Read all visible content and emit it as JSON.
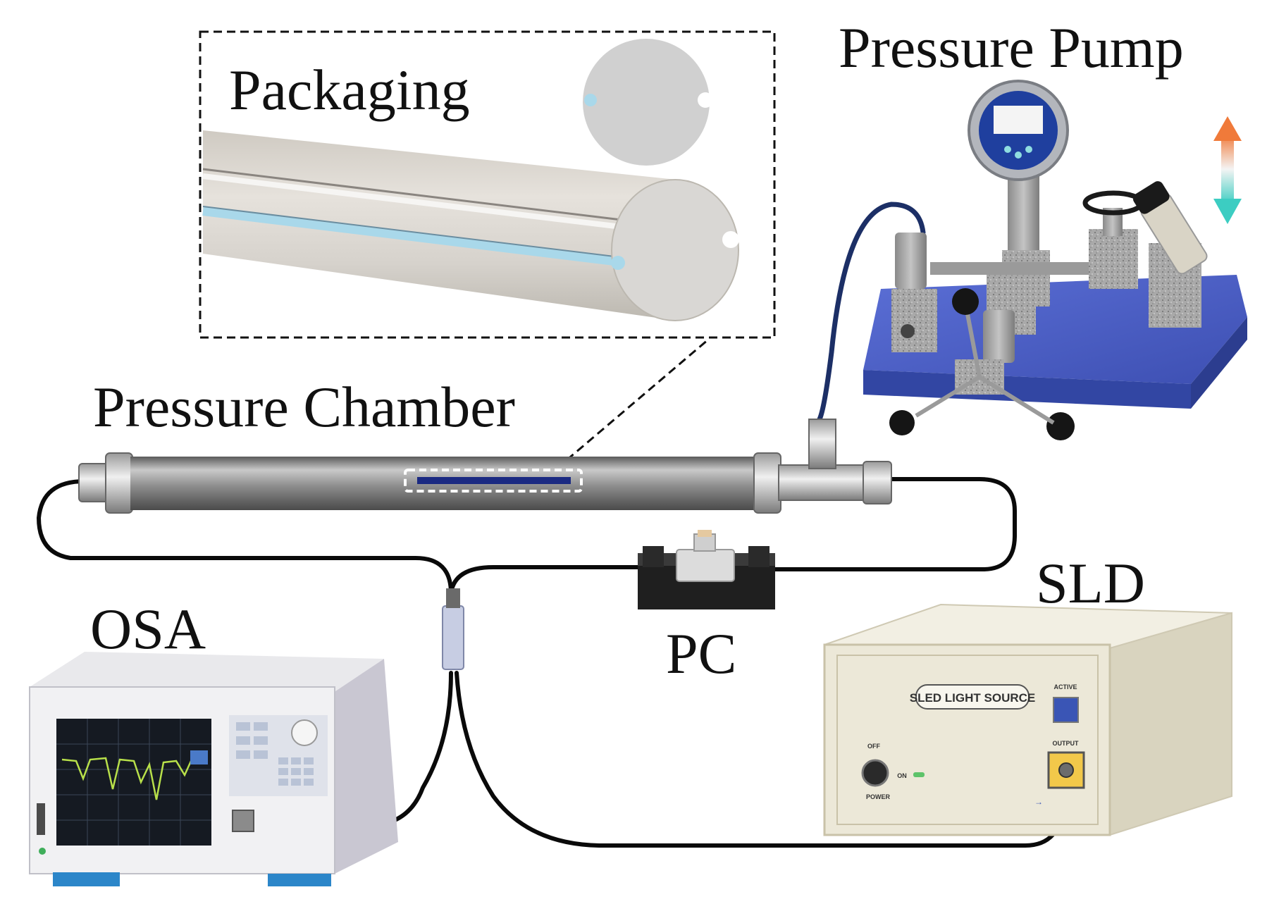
{
  "labels": {
    "packaging": "Packaging",
    "pressure_pump": "Pressure Pump",
    "pressure_chamber": "Pressure Chamber",
    "pc": "PC",
    "osa": "OSA",
    "sld": "SLD"
  },
  "sld_panel": {
    "plate": "SLED LIGHT SOURCE",
    "active": "ACTIVE",
    "output": "OUTPUT",
    "off": "OFF",
    "on": "ON",
    "power": "POWER"
  },
  "colors": {
    "fiber": "#0a0a0a",
    "chamber": "#8c8c8c",
    "pump_base": "#4e5fc4",
    "fiber_core": "#a9d8ea",
    "arrow_up": "#f07a3a",
    "arrow_down": "#3ccdc2",
    "osa_screen_trace": "#b8e04a",
    "sld_body": "#ece8d8"
  }
}
